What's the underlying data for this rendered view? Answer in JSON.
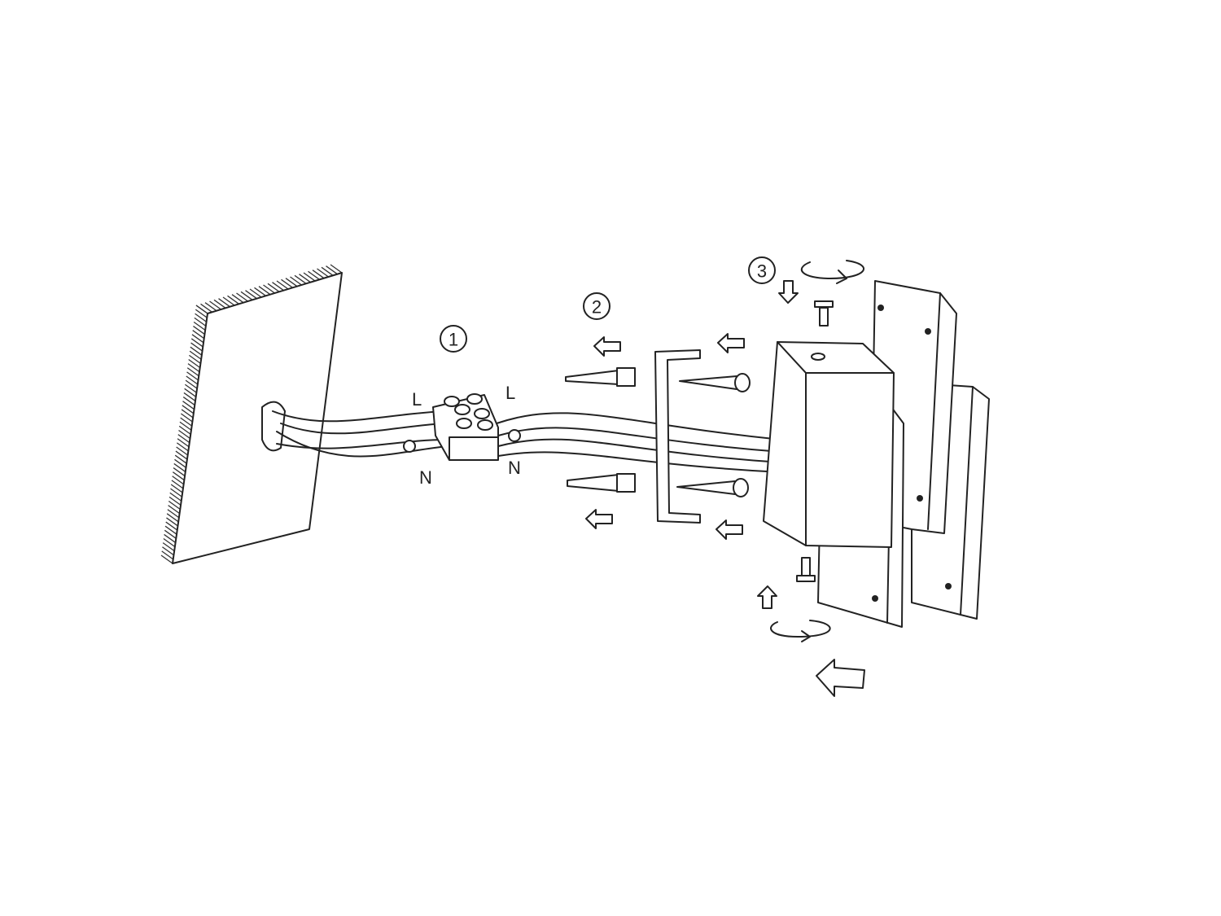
{
  "steps": {
    "step1": "1",
    "step2": "2",
    "step3": "3"
  },
  "wire_labels": {
    "live_left": "L",
    "live_right": "L",
    "neutral_left": "N",
    "neutral_right": "N"
  },
  "colors": {
    "line": "#222222",
    "background": "#ffffff"
  }
}
